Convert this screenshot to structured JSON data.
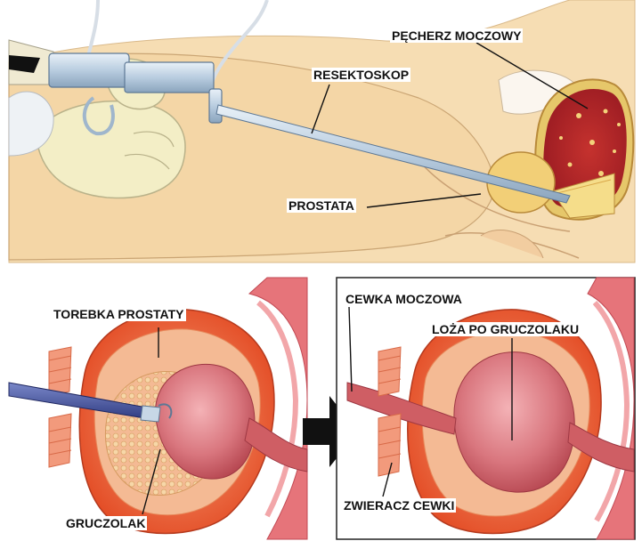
{
  "top_panel": {
    "labels": {
      "bladder": "PĘCHERZ MOCZOWY",
      "resectoscope": "RESEKTOSKOP",
      "prostate": "PROSTATA"
    },
    "colors": {
      "skin": "#f5ddb4",
      "bladder_wall": "#c8242e",
      "bladder_inside": "#b01e28",
      "prostate": "#f3d27a",
      "glove": "#f2edc4",
      "scope_metal": "#c7d7e6"
    }
  },
  "bottom_left_panel": {
    "labels": {
      "capsule": "TOREBKA PROSTATY",
      "adenoma": "GRUCZOLAK"
    }
  },
  "bottom_right_panel": {
    "labels": {
      "urethra": "CEWKA MOCZOWA",
      "fossa": "LOŻA PO GRUCZOLAKU",
      "sphincter": "ZWIERACZ CEWKI"
    }
  },
  "arrow": {
    "icon": "right-arrow-icon",
    "color": "#111111"
  },
  "colors": {
    "tissue_orange": "#e4482a",
    "tissue_pink": "#d84a56",
    "tissue_light": "#f29a7c",
    "adenoma_fill": "#f3c89a"
  }
}
